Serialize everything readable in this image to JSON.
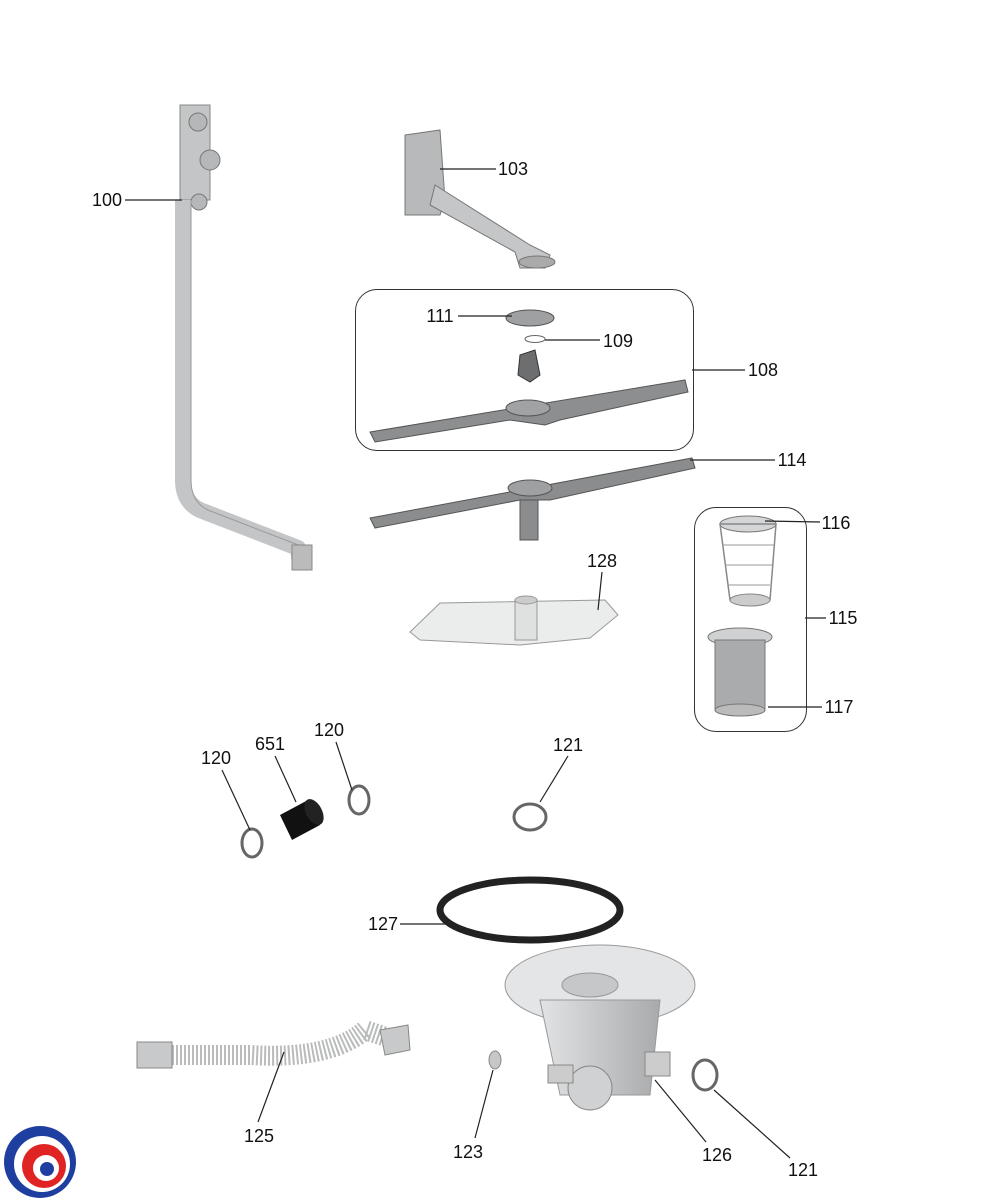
{
  "diagram": {
    "labels": {
      "p100": "100",
      "p103": "103",
      "p111": "111",
      "p109": "109",
      "p108": "108",
      "p114": "114",
      "p116": "116",
      "p115": "115",
      "p117": "117",
      "p128": "128",
      "p120a": "120",
      "p651": "651",
      "p120b": "120",
      "p121a": "121",
      "p127": "127",
      "p125": "125",
      "p123": "123",
      "p126": "126",
      "p121b": "121"
    }
  },
  "colors": {
    "part": "#c9cbcc",
    "part_dark": "#9a9c9e",
    "line": "#222222",
    "logo_red": "#e02424",
    "logo_blue": "#1f3fa0"
  }
}
